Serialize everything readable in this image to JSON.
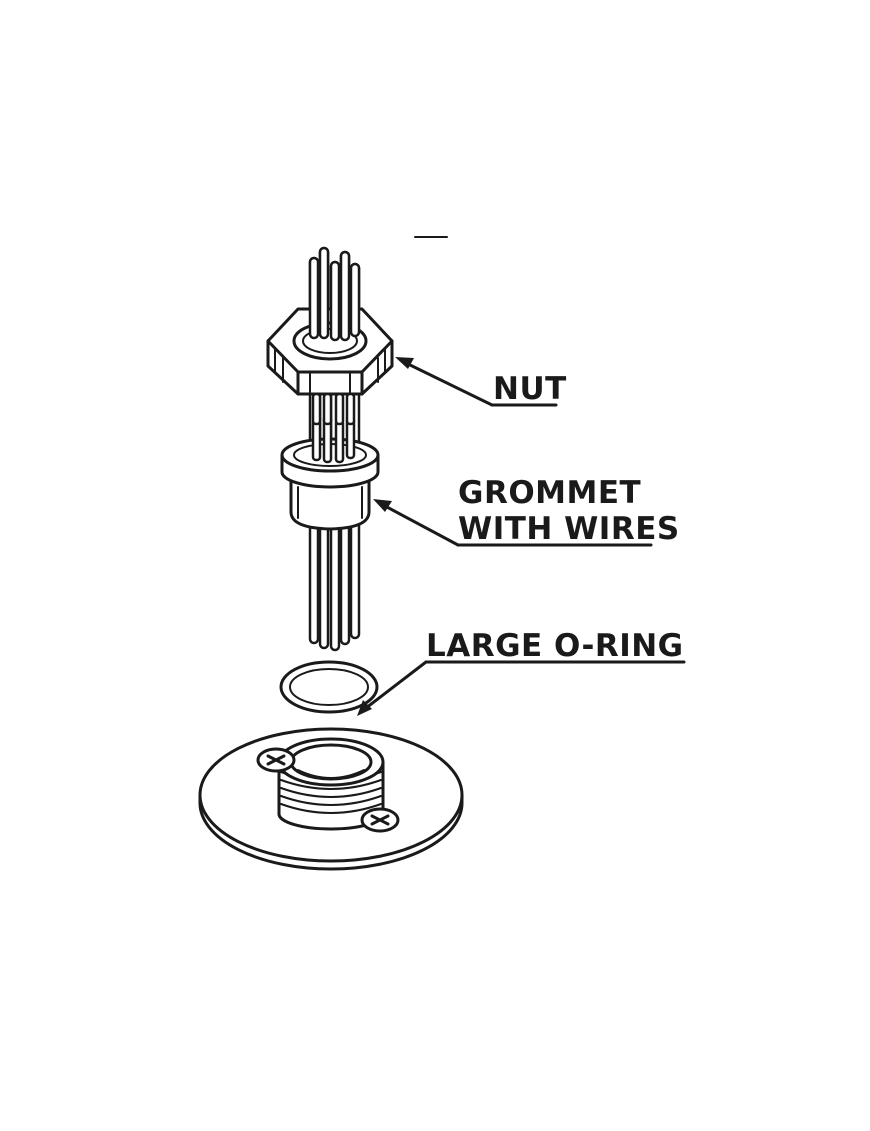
{
  "labels": {
    "nut": "NUT",
    "grommet_line1": "GROMMET",
    "grommet_line2": "WITH WIRES",
    "o_ring": "LARGE O-RING"
  },
  "colors": {
    "ink": "#1a1a1a",
    "background": "#ffffff"
  }
}
